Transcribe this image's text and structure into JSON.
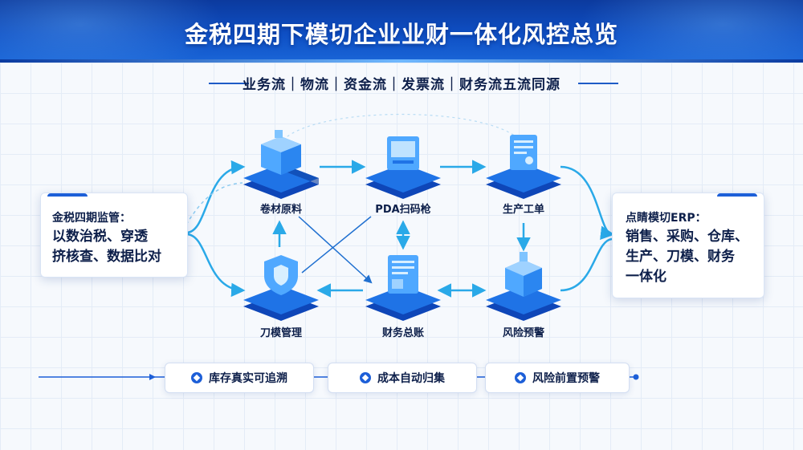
{
  "header": {
    "title": "金税四期下模切企业业财一体化风控总览",
    "subtitle": "业务流｜物流｜资金流｜发票流｜财务流五流同源"
  },
  "nodes": [
    {
      "id": "raw-material",
      "label": "卷材原料"
    },
    {
      "id": "pda-scanner",
      "label": "PDA扫码枪"
    },
    {
      "id": "production-order",
      "label": "生产工单"
    },
    {
      "id": "die-management",
      "label": "刀模管理"
    },
    {
      "id": "general-ledger",
      "label": "财务总账"
    },
    {
      "id": "risk-alert",
      "label": "风险预警"
    }
  ],
  "left_card": {
    "title": "金税四期监管：",
    "lines": [
      "以数治税、穿透",
      "挤核查、数据比对"
    ]
  },
  "right_card": {
    "title": "点睛模切ERP：",
    "lines": [
      "销售、采购、仓库、",
      "生产、刀模、财务",
      "一体化"
    ]
  },
  "pills": [
    {
      "label": "库存真实可追溯"
    },
    {
      "label": "成本自动归集"
    },
    {
      "label": "风险前置预警"
    }
  ],
  "colors": {
    "brand": "#0e4fc4",
    "accent": "#2aa9e8",
    "text": "#0d1f4a"
  }
}
